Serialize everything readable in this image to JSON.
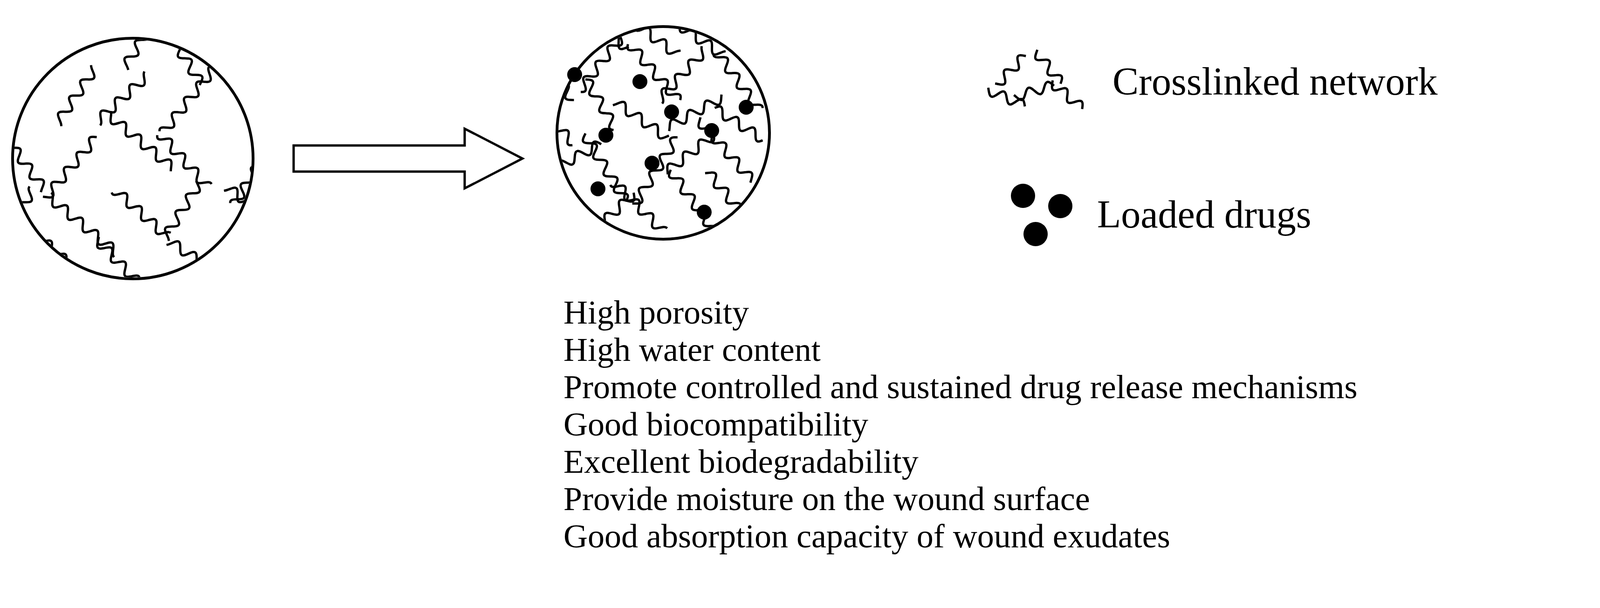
{
  "diagram": {
    "labels": [
      "High porosity",
      "High water content",
      "Promote controlled and sustained drug release mechanisms",
      "Good biocompatibility",
      "Excellent biodegradability",
      "Provide moisture on the wound surface",
      "Good absorption capacity of wound exudates"
    ],
    "legend": [
      {
        "text": "Crosslinked network"
      },
      {
        "text": "Loaded drugs"
      }
    ]
  }
}
